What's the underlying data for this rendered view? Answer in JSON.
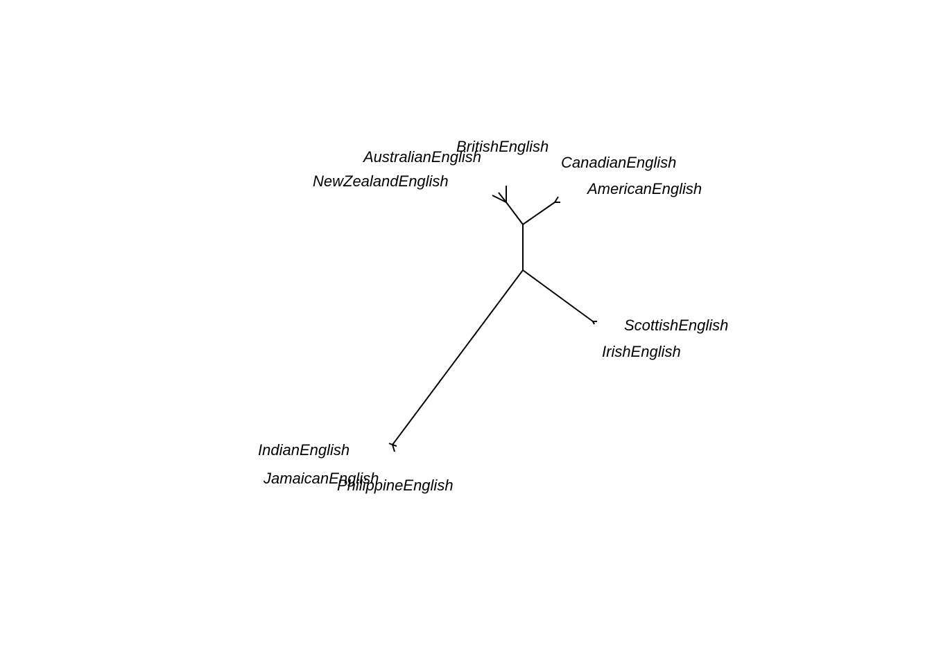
{
  "diagram": {
    "type": "unrooted-phylogenetic-tree",
    "line_color": "#000000",
    "background_color": "#ffffff",
    "tips": [
      {
        "id": "british",
        "label": "BritishEnglish"
      },
      {
        "id": "australian",
        "label": "AustralianEnglish"
      },
      {
        "id": "newzealand",
        "label": "NewZealandEnglish"
      },
      {
        "id": "canadian",
        "label": "CanadianEnglish"
      },
      {
        "id": "american",
        "label": "AmericanEnglish"
      },
      {
        "id": "scottish",
        "label": "ScottishEnglish"
      },
      {
        "id": "irish",
        "label": "IrishEnglish"
      },
      {
        "id": "indian",
        "label": "IndianEnglish"
      },
      {
        "id": "jamaican",
        "label": "JamaicanEnglish"
      },
      {
        "id": "philippine",
        "label": "PhilippineEnglish"
      }
    ]
  }
}
